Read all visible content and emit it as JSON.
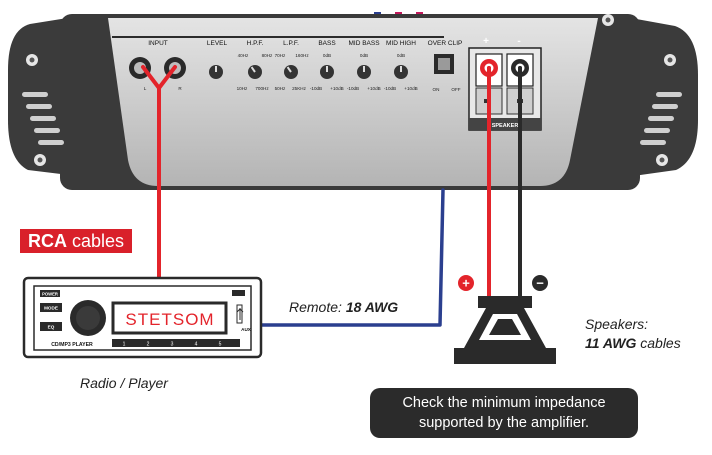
{
  "amplifier": {
    "controls": [
      "INPUT",
      "LEVEL",
      "H.P.F.",
      "L.P.F.",
      "BASS",
      "MID BASS",
      "MID HIGH",
      "OVER CLIP"
    ],
    "channels": [
      "L",
      "R"
    ],
    "hpf_ticks": {
      "top_left": "40Hz",
      "top_right": "80Hz",
      "bottom_left": "10Hz",
      "bottom_right": "700Hz"
    },
    "lpf_ticks": {
      "top_left": "70Hz",
      "top_right": "160Hz",
      "bottom_left": "50Hz",
      "bottom_right": "25KHz"
    },
    "bass_ticks": {
      "top": "0dB",
      "bottom_left": "-10dB",
      "bottom_right": "+10dB"
    },
    "midbass_ticks": {
      "top": "0dB",
      "bottom_left": "-10dB",
      "bottom_right": "+10dB"
    },
    "midhigh_ticks": {
      "top": "0dB",
      "bottom_left": "-10dB",
      "bottom_right": "+10dB"
    },
    "switch_states": {
      "on": "ON",
      "off": "OFF"
    },
    "speaker_terminals": {
      "plus": "+",
      "minus": "-",
      "label": "SPEAKER"
    }
  },
  "radio": {
    "display_text": "STETSOM",
    "power_label": "POWER",
    "mode_label": "MODE",
    "eq_label": "EQ",
    "model_label": "CD/MP3 PLAYER",
    "aux_label": "AUX",
    "presets": [
      "1",
      "2",
      "3",
      "4",
      "5"
    ]
  },
  "labels": {
    "rca_bold": "RCA",
    "rca_rest": " cables",
    "remote_prefix": "Remote: ",
    "remote_gauge": "18 AWG",
    "radio": "Radio / Player",
    "speakers_line1": "Speakers:",
    "speakers_gauge": "11 AWG",
    "speakers_rest": " cables",
    "note_line1": "Check the minimum impedance",
    "note_line2": "supported by the amplifier.",
    "plus_sign": "+",
    "minus_sign": "−"
  },
  "colors": {
    "rca_wire": "#e3242b",
    "remote_wire": "#2b3f8f",
    "speaker_plus_wire": "#e3242b",
    "speaker_minus_wire": "#2a2a2a",
    "amp_body": "#3a3a3a",
    "amp_panel": "#cdcdcd",
    "note_bg": "#2b2b2b"
  }
}
